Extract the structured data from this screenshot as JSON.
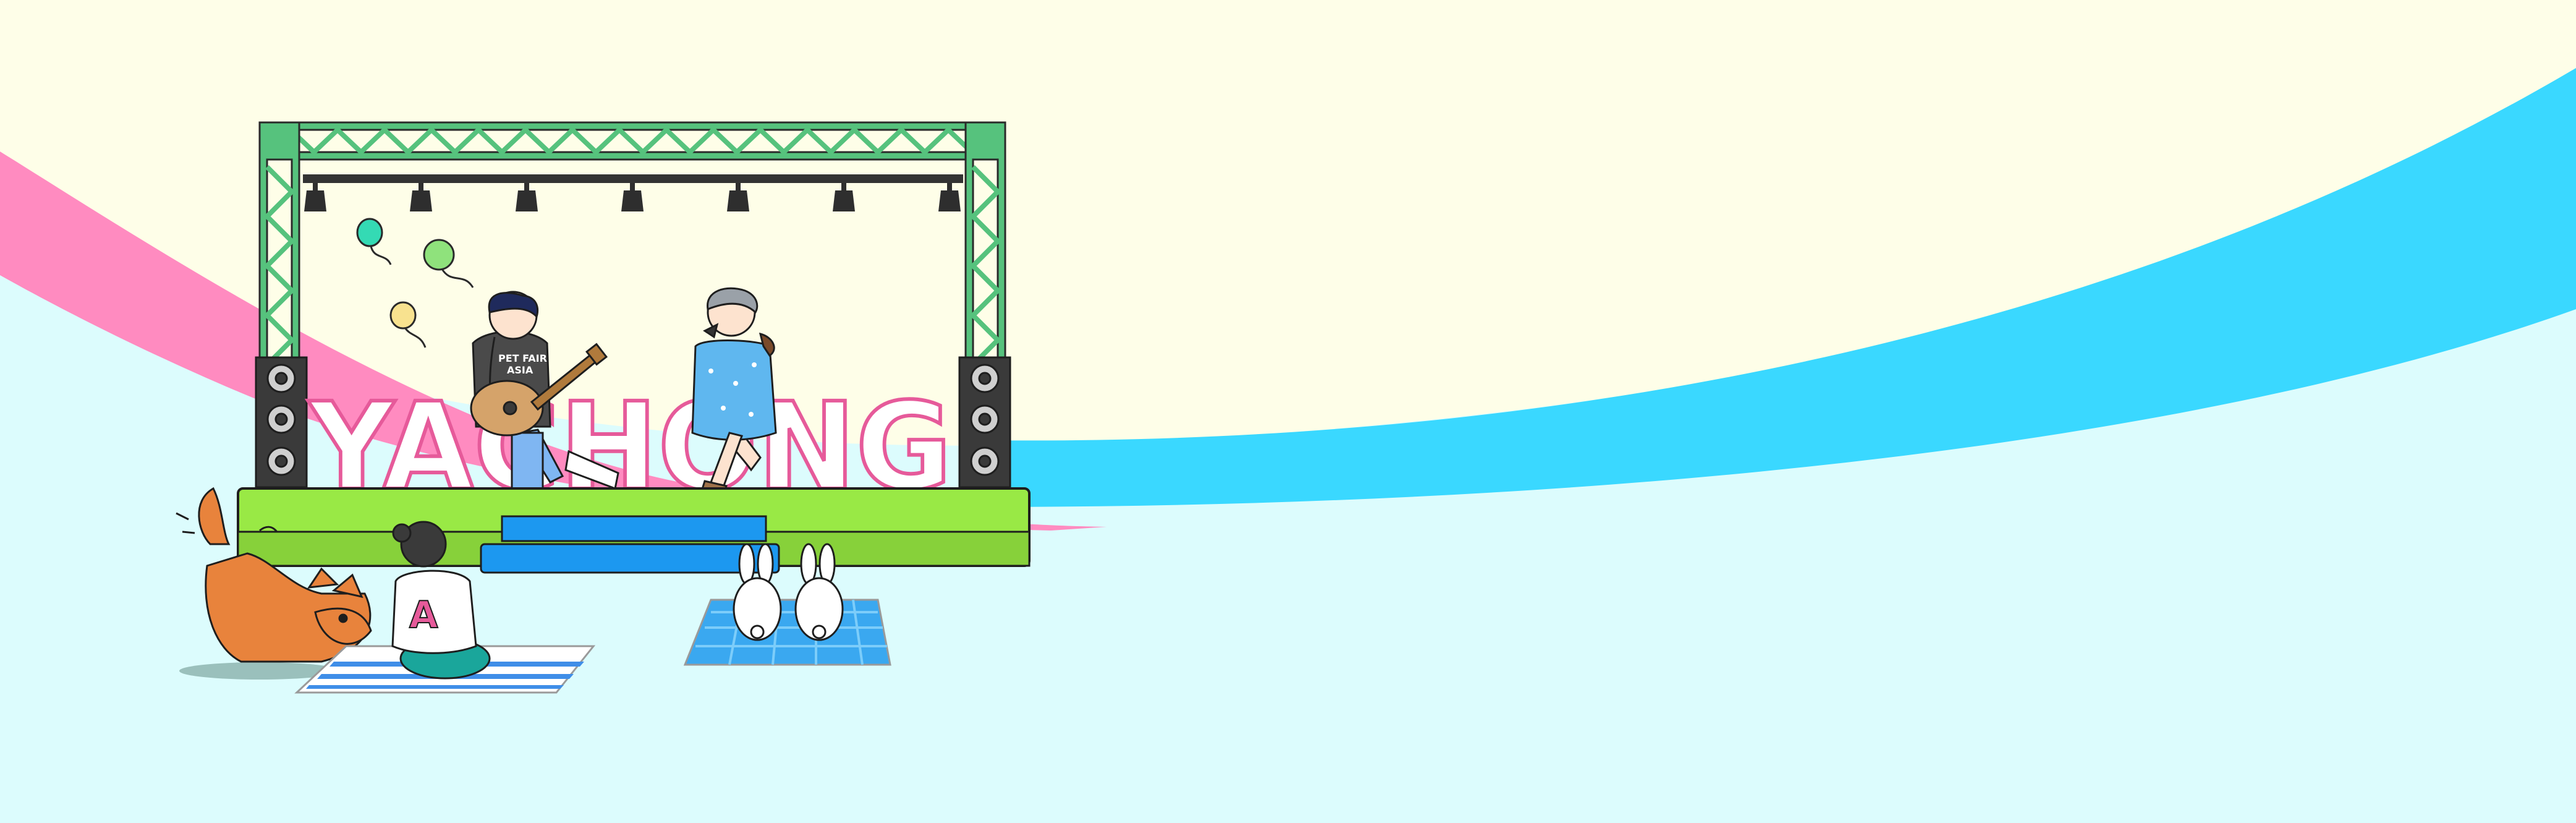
{
  "banner": {
    "stage_sign": "YACHONG",
    "guitarist_shirt_line1": "PET FAIR",
    "guitarist_shirt_line2": "ASIA",
    "sitter_shirt_letter": "A"
  },
  "colors": {
    "sky": "#fefee8",
    "ground": "#dcfcfd",
    "pink_ribbon": "#ff8bc0",
    "blue_ribbon": "#3ad8ff",
    "truss": "#56c27d",
    "stage_top": "#99e945",
    "stairs": "#1c98f0",
    "outline": "#1f1f1f"
  }
}
